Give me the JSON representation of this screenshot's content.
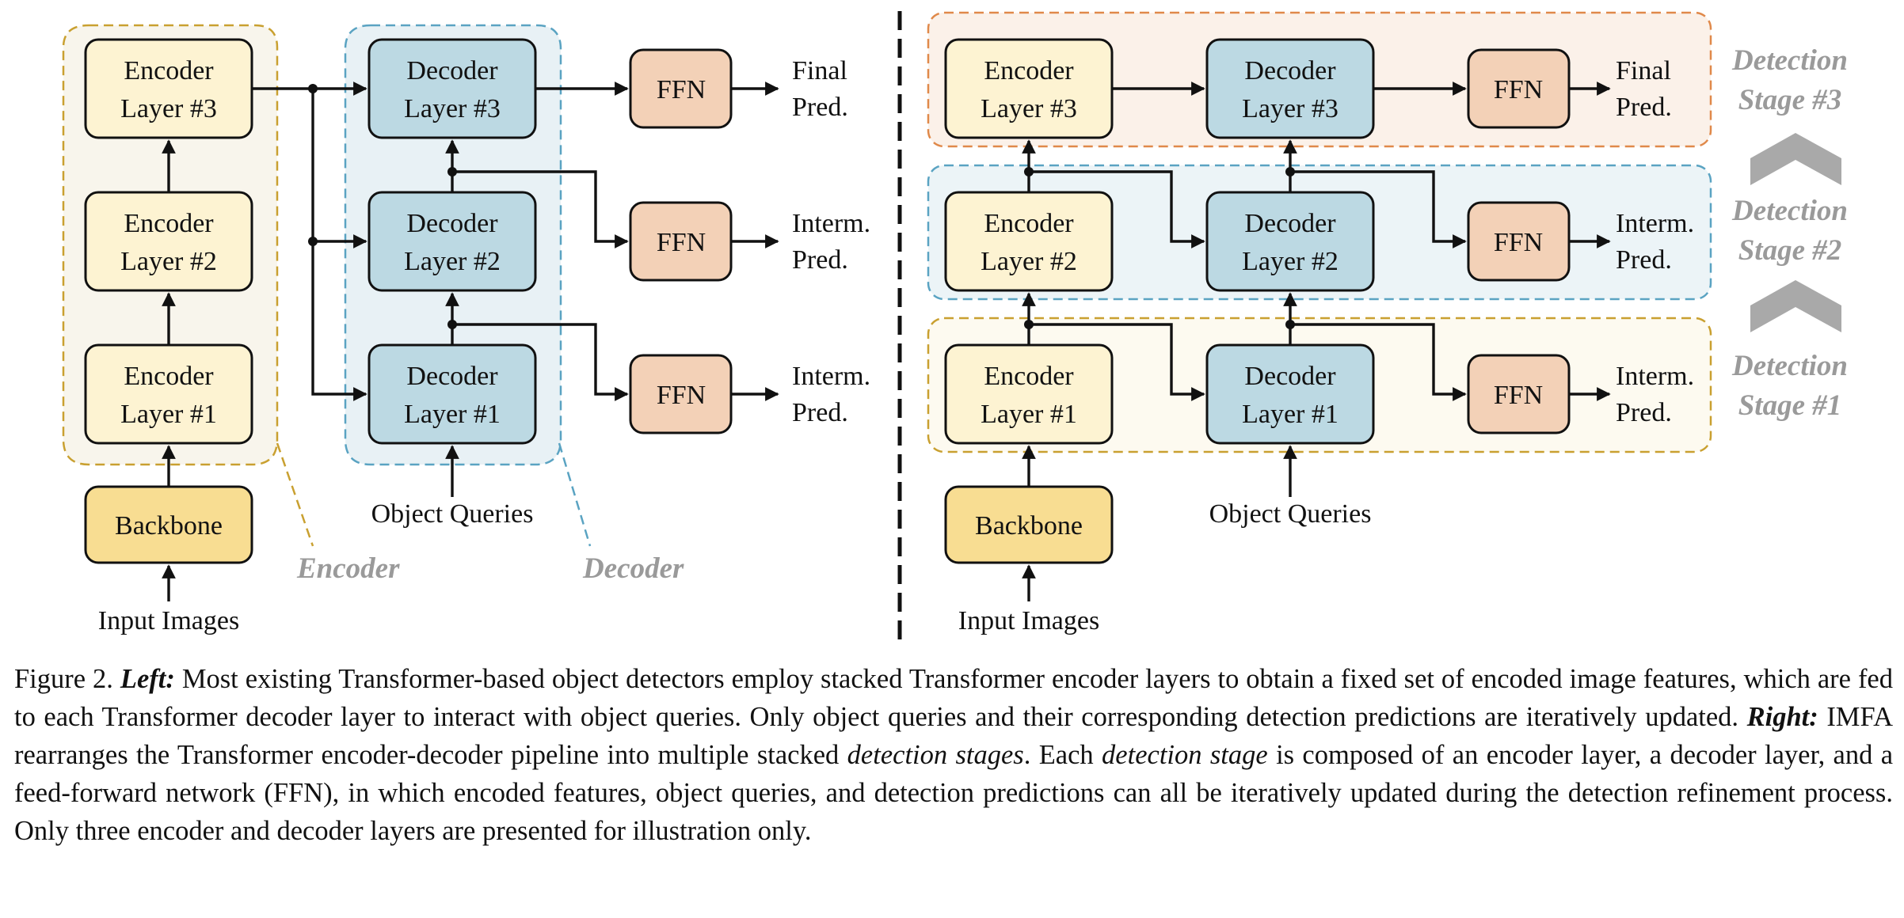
{
  "colors": {
    "encoder_fill": "#fdf3d2",
    "decoder_fill": "#bcd9e3",
    "ffn_fill": "#f3d1b7",
    "backbone_fill": "#f8dd92",
    "encoder_group_border": "#c9a030",
    "decoder_group_border": "#5aa3c2",
    "stage3_border": "#e0894a",
    "stage2_border": "#5aa3c2",
    "stage1_border": "#c9a030",
    "chevron": "#a9a9a9"
  },
  "left": {
    "encoder_layers": [
      {
        "line1": "Encoder",
        "line2": "Layer #3"
      },
      {
        "line1": "Encoder",
        "line2": "Layer #2"
      },
      {
        "line1": "Encoder",
        "line2": "Layer #1"
      }
    ],
    "decoder_layers": [
      {
        "line1": "Decoder",
        "line2": "Layer #3"
      },
      {
        "line1": "Decoder",
        "line2": "Layer #2"
      },
      {
        "line1": "Decoder",
        "line2": "Layer #1"
      }
    ],
    "ffn_label": "FFN",
    "backbone": "Backbone",
    "input_label": "Input Images",
    "queries_label": "Object Queries",
    "encoder_group_label": "Encoder",
    "decoder_group_label": "Decoder",
    "preds": [
      {
        "line1": "Final",
        "line2": "Pred."
      },
      {
        "line1": "Interm.",
        "line2": "Pred."
      },
      {
        "line1": "Interm.",
        "line2": "Pred."
      }
    ]
  },
  "right": {
    "encoder_layers": [
      {
        "line1": "Encoder",
        "line2": "Layer #3"
      },
      {
        "line1": "Encoder",
        "line2": "Layer #2"
      },
      {
        "line1": "Encoder",
        "line2": "Layer #1"
      }
    ],
    "decoder_layers": [
      {
        "line1": "Decoder",
        "line2": "Layer #3"
      },
      {
        "line1": "Decoder",
        "line2": "Layer #2"
      },
      {
        "line1": "Decoder",
        "line2": "Layer #1"
      }
    ],
    "ffn_label": "FFN",
    "backbone": "Backbone",
    "input_label": "Input Images",
    "queries_label": "Object Queries",
    "preds": [
      {
        "line1": "Final",
        "line2": "Pred."
      },
      {
        "line1": "Interm.",
        "line2": "Pred."
      },
      {
        "line1": "Interm.",
        "line2": "Pred."
      }
    ],
    "stages": [
      {
        "line1": "Detection",
        "line2": "Stage #3"
      },
      {
        "line1": "Detection",
        "line2": "Stage #2"
      },
      {
        "line1": "Detection",
        "line2": "Stage #1"
      }
    ]
  },
  "caption": {
    "figure_label": "Figure 2.",
    "left_label": "Left:",
    "left_text": "Most existing Transformer-based object detectors employ stacked Transformer encoder layers to obtain a fixed set of encoded image features, which are fed to each Transformer decoder layer to interact with object queries. Only object queries and their corresponding detection predictions are iteratively updated.",
    "right_label": "Right:",
    "right_text_1": "IMFA rearranges the Transformer encoder-decoder pipeline into multiple stacked",
    "term": "detection stages",
    "right_text_2": ". Each",
    "right_text_3": "is composed of an encoder layer, a decoder layer, and a feed-forward network (FFN), in which encoded features, object queries, and detection predictions can all be iteratively updated during the detection refinement process. Only three encoder and decoder layers are presented for illustration only.",
    "term_singular": "detection stage"
  }
}
